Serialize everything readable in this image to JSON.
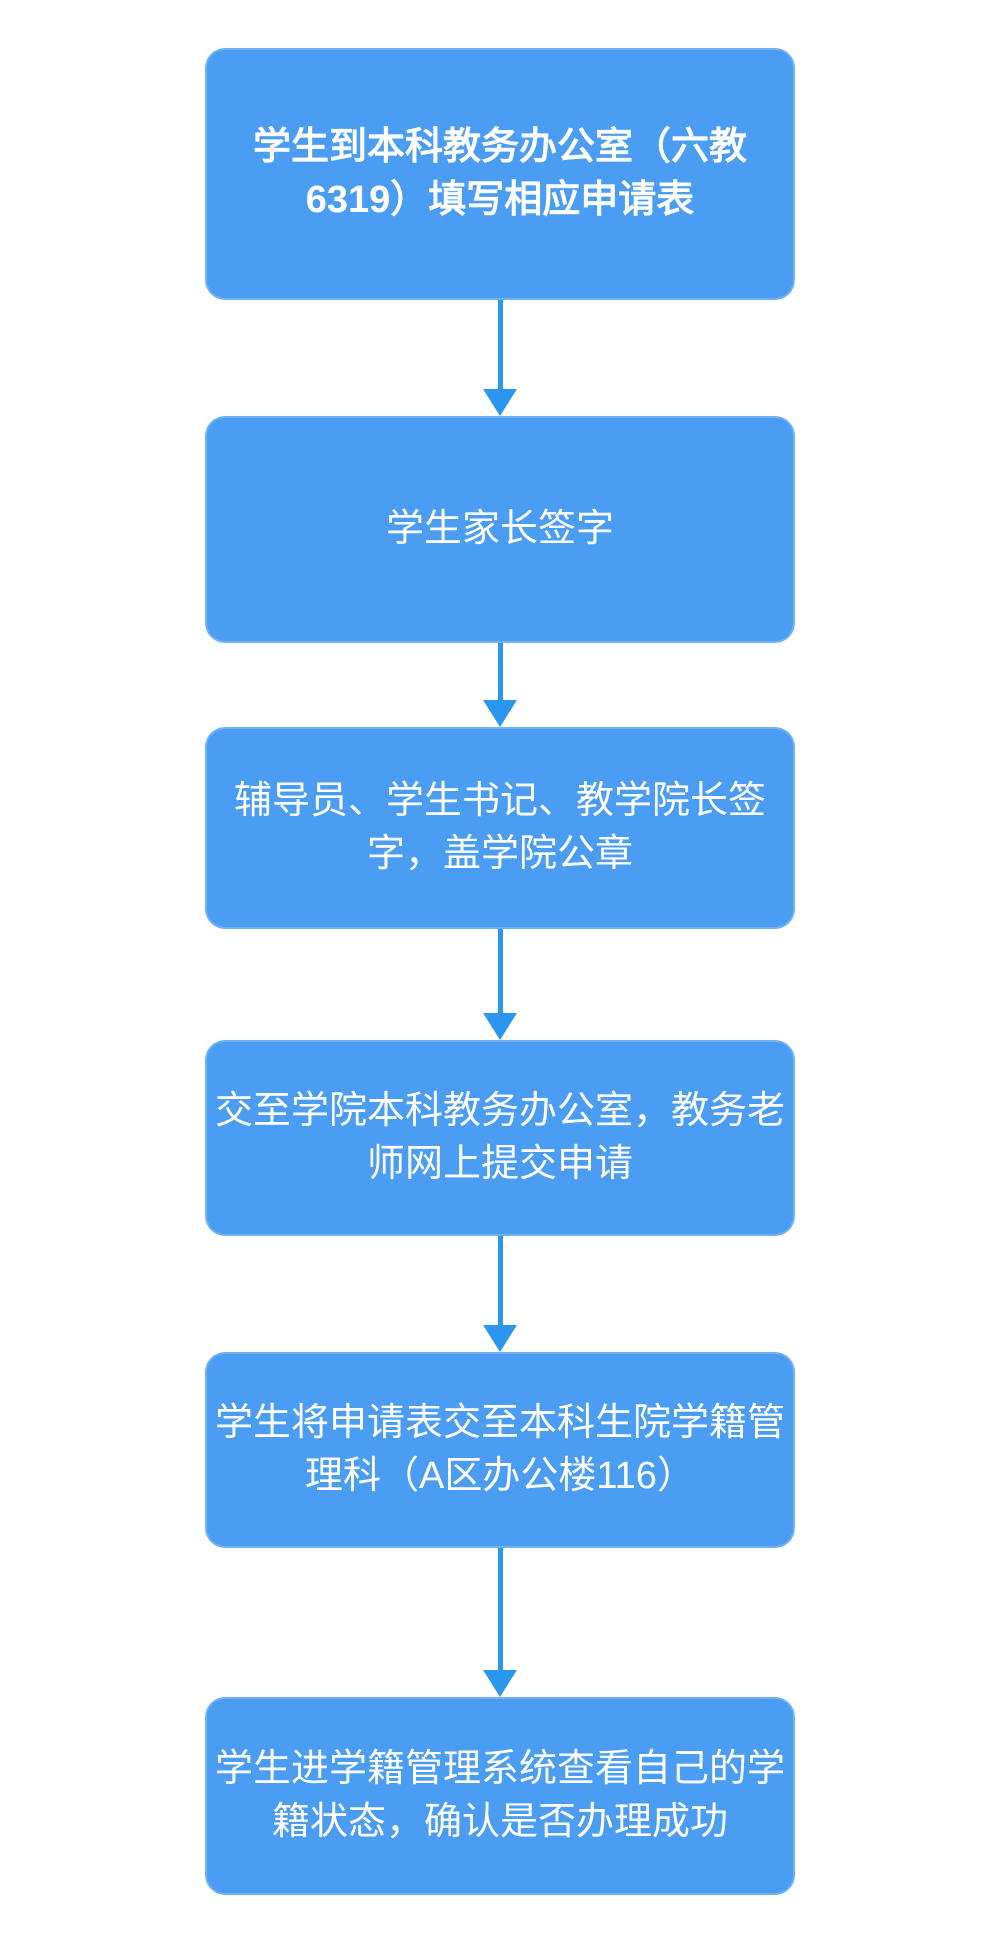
{
  "page": {
    "background_color": "#FFFFFF"
  },
  "flowchart": {
    "box_fill_color": "#4A9DF2",
    "arrow_color": "#2B96EE",
    "text_color": "#FFFFFF",
    "steps": [
      {
        "id": 1,
        "text": "学生到本科教务办公室（六教6319）填写相应申请表",
        "lines": [
          "学生到本科教务办公室（六教",
          "6319）填写相应申请表"
        ],
        "bold": true
      },
      {
        "id": 2,
        "text": "学生家长签字",
        "lines": [
          "学生家长签字"
        ],
        "bold": false
      },
      {
        "id": 3,
        "text": "辅导员、学生书记、教学院长签字，盖学院公章",
        "lines": [
          "辅导员、学生书记、教学院长签",
          "字，盖学院公章"
        ],
        "bold": false
      },
      {
        "id": 4,
        "text": "交至学院本科教务办公室，教务老师网上提交申请",
        "lines": [
          "交至学院本科教务办公室，教务老",
          "师网上提交申请"
        ],
        "bold": false
      },
      {
        "id": 5,
        "text": "学生将申请表交至本科生院学籍管理科（A区办公楼116）",
        "lines": [
          "学生将申请表交至本科生院学籍管",
          "理科（A区办公楼116）"
        ],
        "bold": false
      },
      {
        "id": 6,
        "text": "学生进学籍管理系统查看自己的学籍状态，确认是否办理成功",
        "lines": [
          "学生进学籍管理系统查看自己的学",
          "籍状态，确认是否办理成功"
        ],
        "bold": false
      }
    ]
  }
}
